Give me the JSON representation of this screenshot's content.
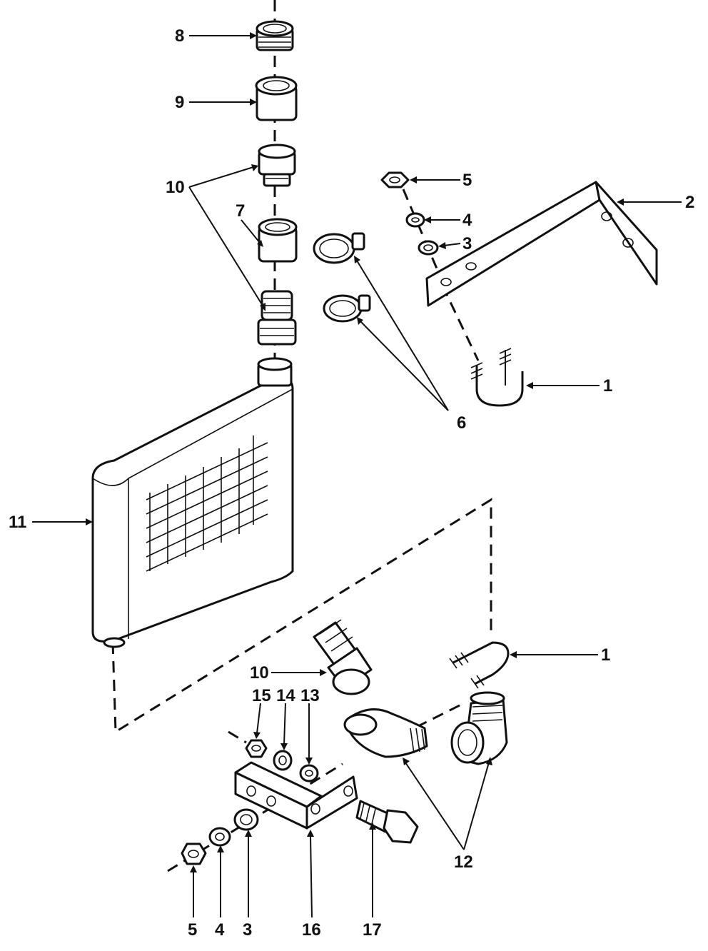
{
  "callouts": {
    "c8": "8",
    "c9": "9",
    "c10_top": "10",
    "c7": "7",
    "c5_top": "5",
    "c2": "2",
    "c4_top": "4",
    "c3_top": "3",
    "c1_top": "1",
    "c6": "6",
    "c11": "11",
    "c1_bottom": "1",
    "c10_bottom": "10",
    "c15": "15",
    "c14": "14",
    "c13": "13",
    "c12": "12",
    "c5_bottom": "5",
    "c4_bottom": "4",
    "c3_bottom": "3",
    "c16": "16",
    "c17": "17"
  }
}
